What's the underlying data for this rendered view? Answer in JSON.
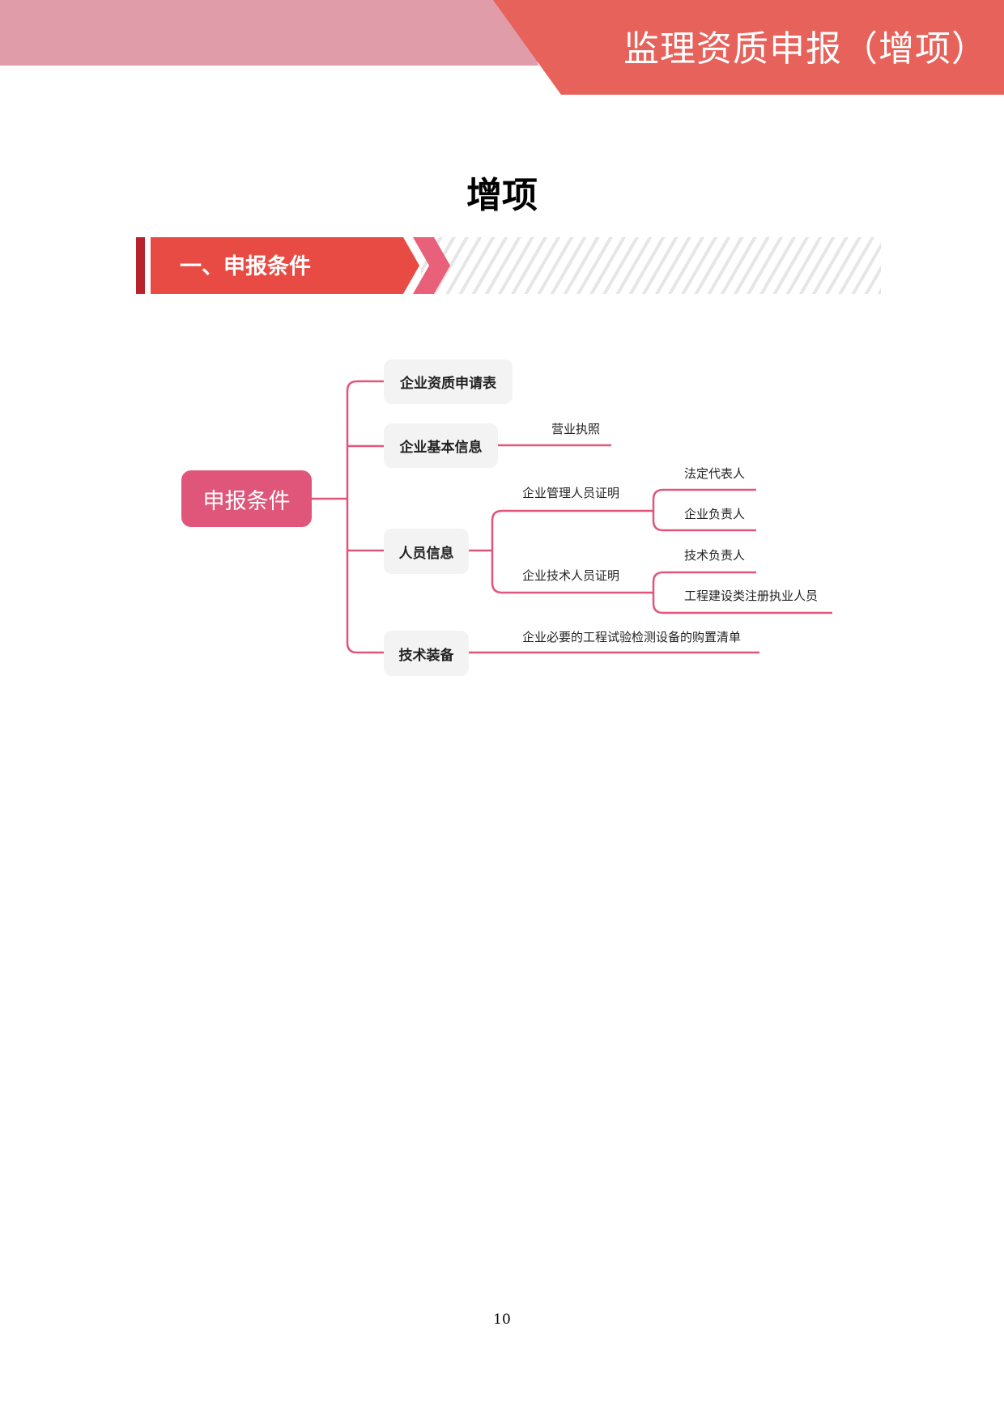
{
  "header": {
    "title": "监理资质申报（增项）"
  },
  "document": {
    "title": "增项",
    "page_number": "10"
  },
  "section": {
    "label": "一、申报条件"
  },
  "mindmap": {
    "root": "申报条件",
    "nodes": [
      "企业资质申请表",
      "企业基本信息",
      "人员信息",
      "技术装备"
    ],
    "basic_info_child": "营业执照",
    "personnel": {
      "management": "企业管理人员证明",
      "management_children": [
        "法定代表人",
        "企业负责人"
      ],
      "technical": "企业技术人员证明",
      "technical_children": [
        "技术负责人",
        "工程建设类注册执业人员"
      ]
    },
    "equipment_child": "企业必要的工程试验检测设备的购置清单"
  },
  "colors": {
    "header_pink": "#e09ca9",
    "header_red": "#e6625a",
    "banner_red": "#e84a44",
    "banner_dark": "#b8232b",
    "mindmap_accent": "#e0567a"
  }
}
